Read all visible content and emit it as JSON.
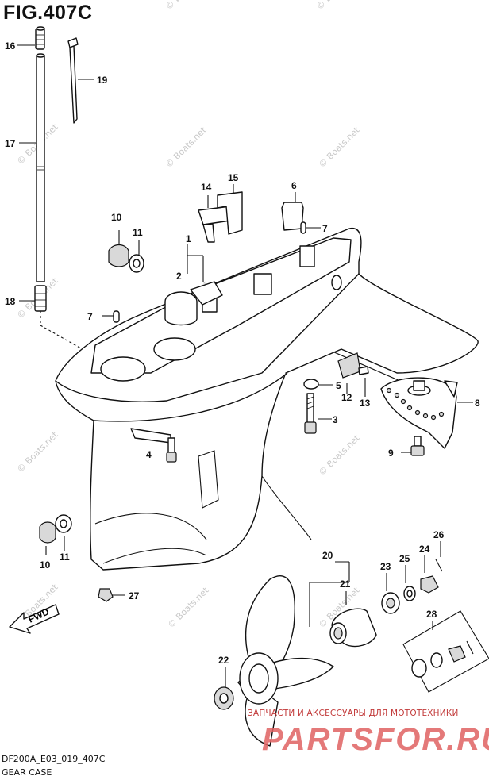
{
  "title": "FIG.407C",
  "footer": {
    "code": "DF200A_E03_019_407C",
    "name": "GEAR CASE"
  },
  "watermark_small": "© Boats.net",
  "site_banner": {
    "line1": "ЗАПЧАСТИ И АКСЕССУАРЫ ДЛЯ МОТОТЕХНИКИ",
    "line2": "PARTSFOR.RU"
  },
  "direction_arrow": {
    "label": "FWD",
    "icon": "arrow-icon"
  },
  "callouts": [
    "1",
    "2",
    "3",
    "4",
    "5",
    "6",
    "7",
    "7",
    "8",
    "9",
    "10",
    "10",
    "11",
    "11",
    "12",
    "13",
    "14",
    "15",
    "16",
    "17",
    "18",
    "19",
    "20",
    "21",
    "22",
    "23",
    "24",
    "25",
    "26",
    "27",
    "28"
  ],
  "colors": {
    "line": "#111111",
    "shade": "#d9d9d9",
    "watermark": "#c9c9c9",
    "banner_red": "#c23a3a"
  }
}
